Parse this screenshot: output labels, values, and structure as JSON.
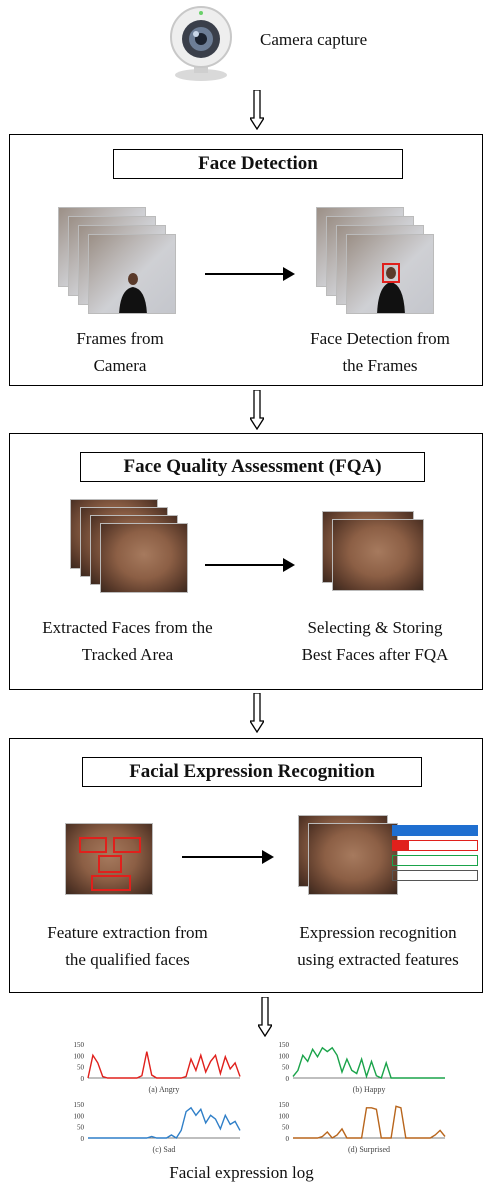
{
  "camera": {
    "label": "Camera capture"
  },
  "stage1": {
    "title": "Face Detection",
    "left_caption_line1": "Frames from",
    "left_caption_line2": "Camera",
    "right_caption_line1": "Face Detection from",
    "right_caption_line2": "the Frames"
  },
  "stage2": {
    "title": "Face Quality Assessment (FQA)",
    "left_caption_line1": "Extracted Faces from the",
    "left_caption_line2": "Tracked Area",
    "right_caption_line1": "Selecting & Storing",
    "right_caption_line2": "Best Faces after FQA"
  },
  "stage3": {
    "title": "Facial Expression Recognition",
    "left_caption_line1": "Feature extraction from",
    "left_caption_line2": "the qualified faces",
    "right_caption_line1": "Expression recognition",
    "right_caption_line2": "using extracted features"
  },
  "log": {
    "caption": "Facial expression log",
    "charts": [
      {
        "label": "(a) Angry",
        "color": "#e0201c",
        "yticks": [
          "150",
          "100",
          "50",
          "0"
        ]
      },
      {
        "label": "(b) Happy",
        "color": "#1aa34a",
        "yticks": [
          "150",
          "100",
          "50",
          "0"
        ]
      },
      {
        "label": "(c) Sad",
        "color": "#2f7fc8",
        "yticks": [
          "150",
          "100",
          "50",
          "0"
        ]
      },
      {
        "label": "(d) Surprised",
        "color": "#b8651c",
        "yticks": [
          "150",
          "100",
          "50",
          "0"
        ]
      }
    ]
  },
  "colors": {
    "detection_box": "#e0201c",
    "bar_blue": "#1f6fd0",
    "bar_red": "#e0201c",
    "bar_green": "#1aa34a",
    "bar_gray": "#555555"
  }
}
